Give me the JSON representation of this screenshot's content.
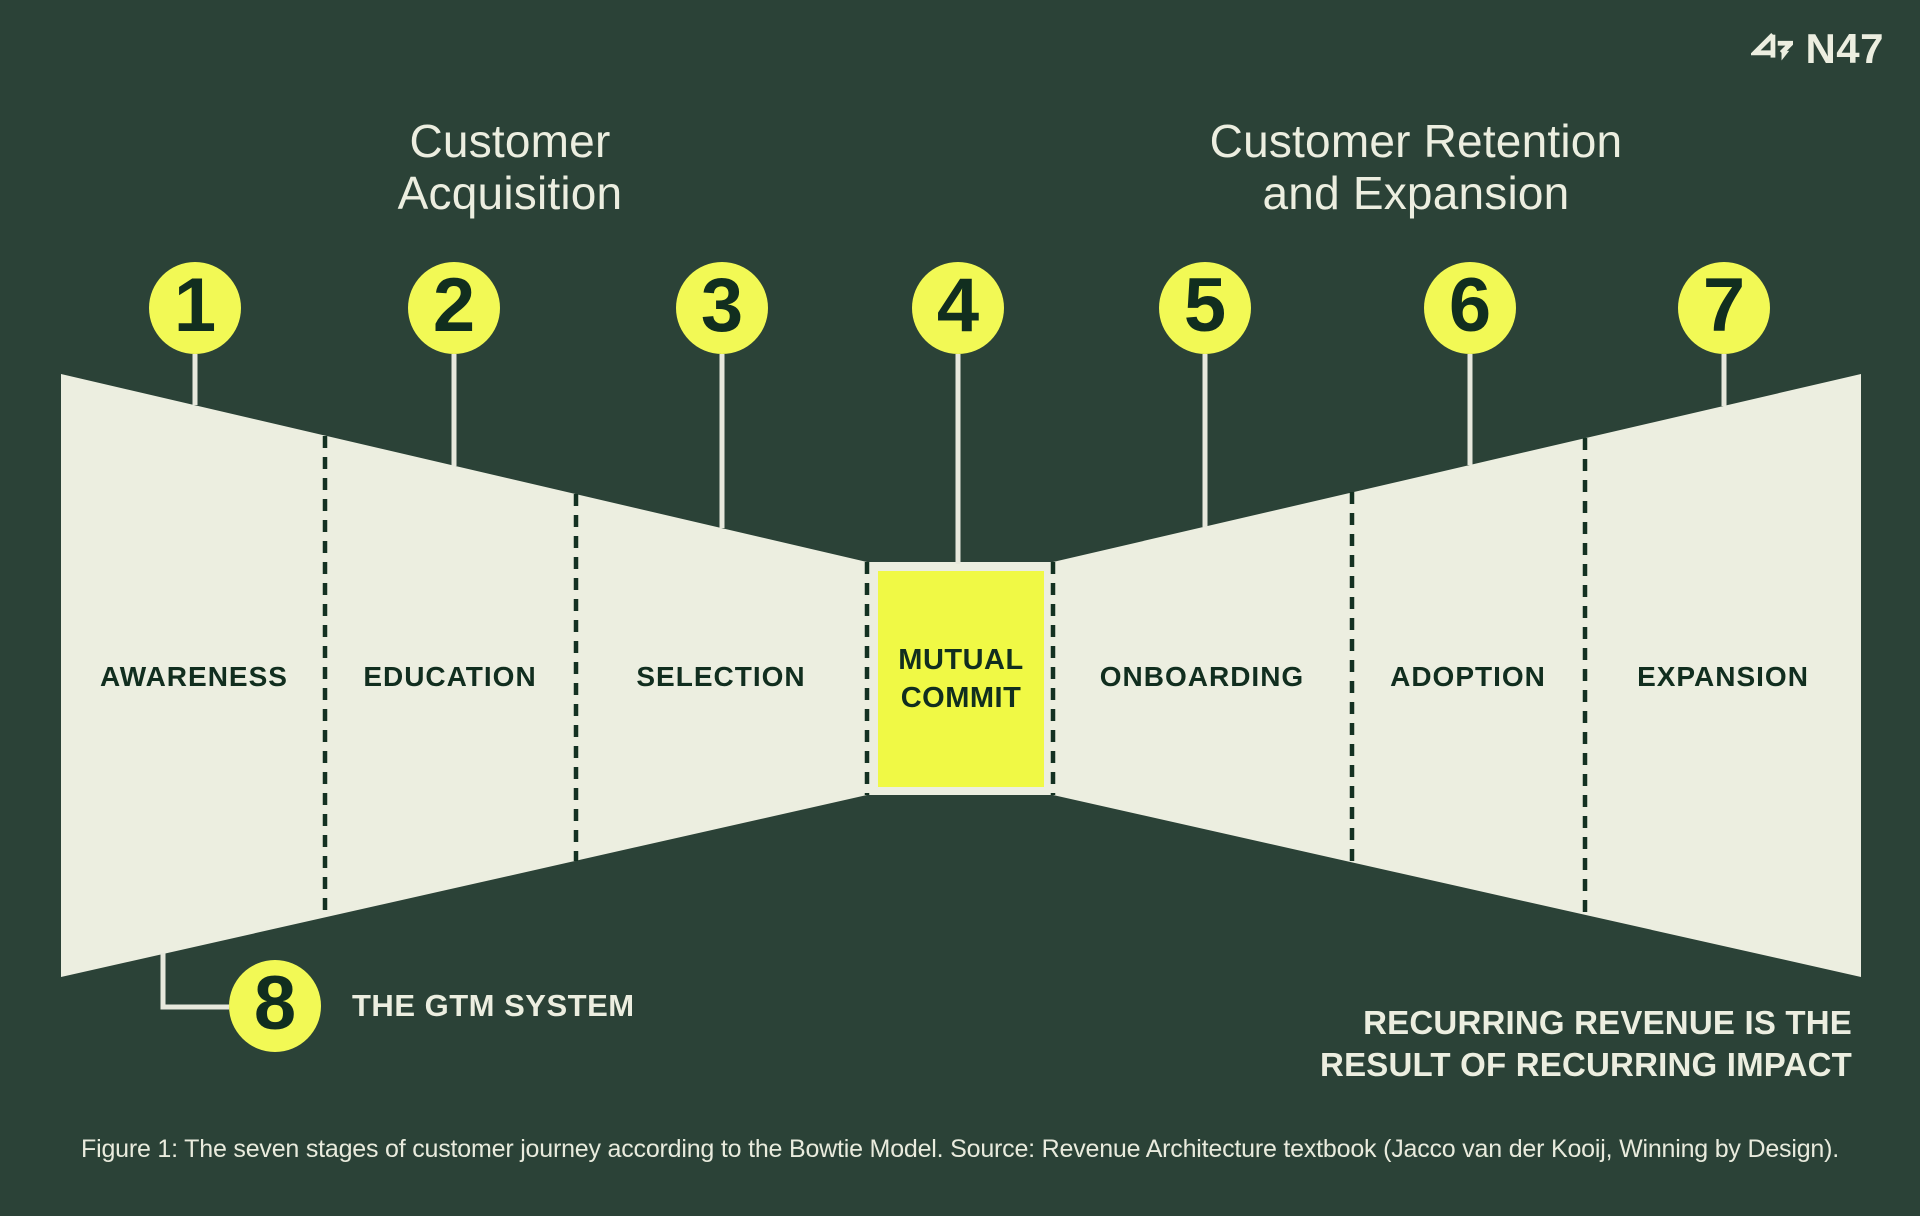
{
  "colors": {
    "background": "#2B4237",
    "panel": "#ECEEE0",
    "accent_yellow": "#F2F955",
    "highlight_yellow": "#F0F945",
    "dark_text": "#112E1F",
    "light_text": "#ECEEE0"
  },
  "logo": {
    "brand": "N47"
  },
  "headers": {
    "left": {
      "line1": "Customer",
      "line2": "Acquisition"
    },
    "right": {
      "line1": "Customer Retention",
      "line2": "and Expansion"
    }
  },
  "stages": [
    {
      "number": "1",
      "label": "AWARENESS"
    },
    {
      "number": "2",
      "label": "EDUCATION"
    },
    {
      "number": "3",
      "label": "SELECTION"
    },
    {
      "number": "4",
      "label": "MUTUAL COMMIT"
    },
    {
      "number": "5",
      "label": "ONBOARDING"
    },
    {
      "number": "6",
      "label": "ADOPTION"
    },
    {
      "number": "7",
      "label": "EXPANSION"
    }
  ],
  "gtm": {
    "number": "8",
    "label": "THE GTM SYSTEM"
  },
  "note": {
    "line1": "RECURRING REVENUE IS THE",
    "line2": "RESULT OF RECURRING IMPACT"
  },
  "caption": "Figure 1: The seven stages of customer journey according to the Bowtie Model. Source: Revenue Architecture textbook (Jacco van der Kooij, Winning by Design)."
}
